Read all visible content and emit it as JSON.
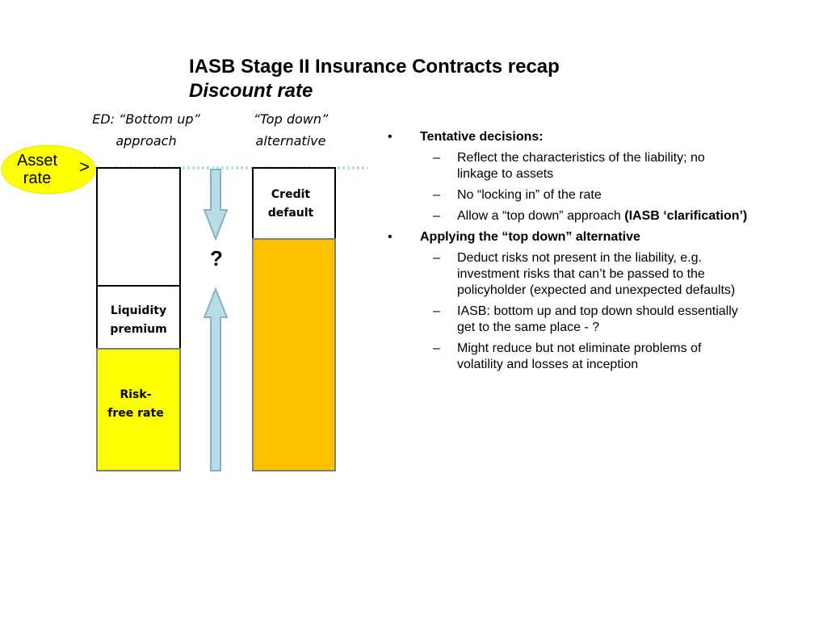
{
  "title": {
    "main": "IASB Stage II Insurance Contracts recap",
    "sub": "Discount rate"
  },
  "columns": {
    "left_line1": "ED: “Bottom up”",
    "left_line2": "approach",
    "right_line1": "“Top down”",
    "right_line2": "alternative"
  },
  "asset_badge": {
    "line1": "Asset",
    "line2": "rate",
    "arrow": ">"
  },
  "boxes": {
    "liquidity_line1": "Liquidity",
    "liquidity_line2": "premium",
    "riskfree_line1": "Risk-",
    "riskfree_line2": "free rate",
    "credit_line1": "Credit",
    "credit_line2": "default"
  },
  "question_mark": "?",
  "bullets": [
    {
      "text": "Tentative decisions:",
      "subs": [
        {
          "lines": [
            "Reflect the characteristics of the liability; no",
            "linkage to assets"
          ],
          "bold": ""
        },
        {
          "lines": [
            "No “locking in” of the rate"
          ],
          "bold": ""
        },
        {
          "lines": [
            "Allow a “top down” approach "
          ],
          "bold": "(IASB ‘clarification’)"
        }
      ]
    },
    {
      "text": "Applying the “top down” alternative",
      "subs": [
        {
          "lines": [
            "Deduct risks not present in the liability, e.g.",
            "investment risks that can’t be passed to the",
            "policyholder (expected and unexpected defaults)"
          ],
          "bold": ""
        },
        {
          "lines": [
            "IASB: bottom up and top down should essentially",
            "get to the same place - ?"
          ],
          "bold": ""
        },
        {
          "lines": [
            "Might reduce but not eliminate problems of",
            "volatility and losses at inception"
          ],
          "bold": ""
        }
      ]
    }
  ],
  "bullet_symbol": "•",
  "dash_symbol": "–",
  "colors": {
    "asset_badge": "#ffff00",
    "risk_free": "#ffff00",
    "credit_fill": "#ffc000",
    "arrow_fill": "#b7dde8",
    "arrow_stroke": "#8db0bd",
    "dotted_line": "#b7dde8"
  }
}
